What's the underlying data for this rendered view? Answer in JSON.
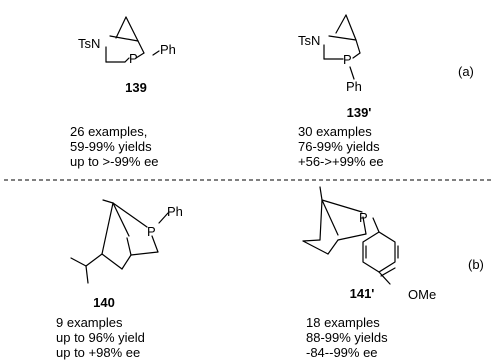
{
  "compounds": [
    {
      "id": "139",
      "atoms": {
        "n": "TsN",
        "p": "P",
        "sub": "Ph"
      },
      "stats": [
        "26 examples,",
        "59-99% yields",
        "up to >-99% ee"
      ]
    },
    {
      "id": "139'",
      "atoms": {
        "n": "TsN",
        "p": "P",
        "sub": "Ph"
      },
      "stats": [
        "30 examples",
        "76-99% yields",
        "+56->+99% ee"
      ]
    },
    {
      "id": "140",
      "atoms": {
        "p": "P",
        "sub": "Ph"
      },
      "stats": [
        "9 examples",
        "up to 96% yield",
        "up to +98% ee"
      ]
    },
    {
      "id": "141'",
      "atoms": {
        "p": "P",
        "sub": "OMe"
      },
      "stats": [
        "18 examples",
        "88-99% yields",
        "-84--99% ee"
      ]
    }
  ],
  "panels": {
    "a": "(a)",
    "b": "(b)"
  }
}
